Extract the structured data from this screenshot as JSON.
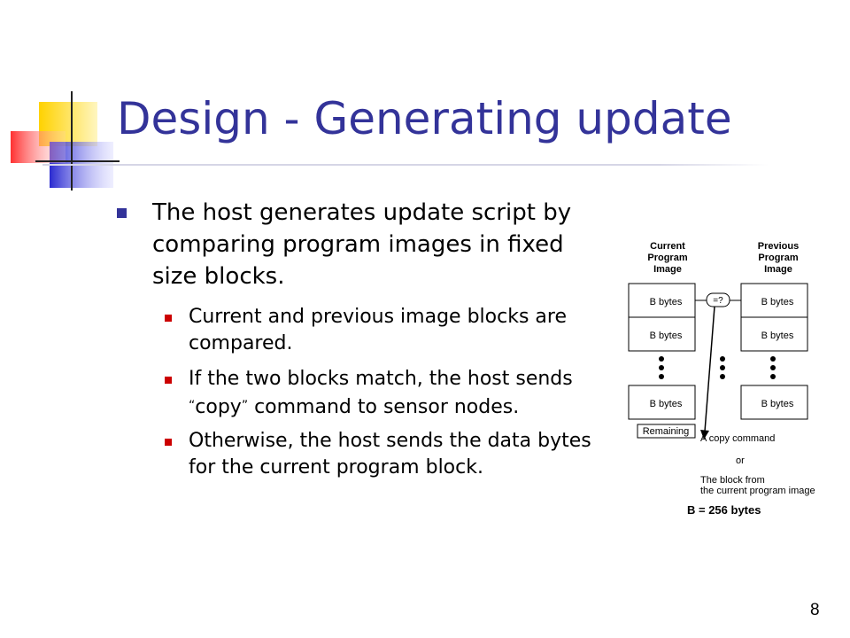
{
  "slide": {
    "title": "Design - Generating update",
    "page_number": "8"
  },
  "bullets": {
    "main": "The host generates update script by comparing program images in fixed size blocks.",
    "sub1": "Current and previous image blocks are compared.",
    "sub2_before": "If the two blocks match, the host sends",
    "sub2_quote_open": "“",
    "sub2_word": "copy",
    "sub2_quote_close": "”",
    "sub2_after": " command to sensor nodes.",
    "sub3": "Otherwise, the host sends the data bytes for the current program block."
  },
  "diagram": {
    "current_header": [
      "Current",
      "Program",
      "Image"
    ],
    "previous_header": [
      "Previous",
      "Program",
      "Image"
    ],
    "block_label": "B bytes",
    "compare_label": "=?",
    "remaining_label": "Remaining",
    "note_line1": "A copy command",
    "note_or": "or",
    "note_line2": "The block from",
    "note_line3": "the current program image",
    "block_size": "B = 256 bytes"
  },
  "colors": {
    "title": "#333399",
    "bullet_l1": "#333399",
    "bullet_l2": "#cc0000"
  }
}
